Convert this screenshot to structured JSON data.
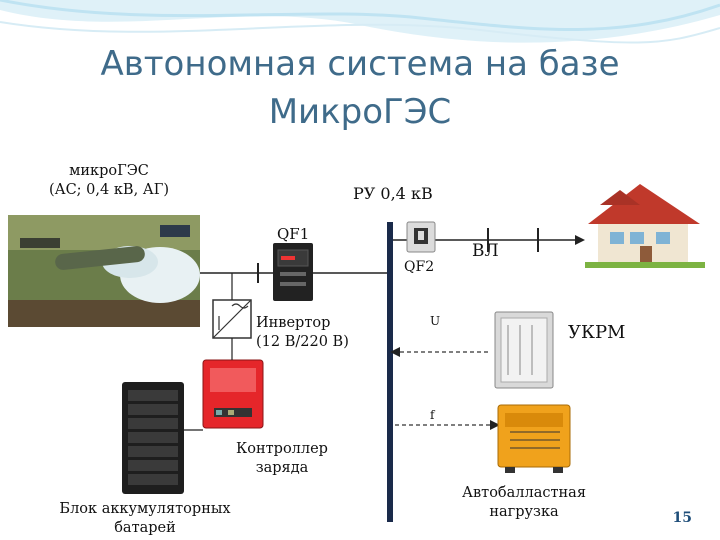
{
  "title": {
    "line1": "Автономная система на базе",
    "line2": "МикроГЭС"
  },
  "labels": {
    "micro_hpp_line1": "микроГЭС",
    "micro_hpp_line2": "(АС; 0,4 кВ, АГ)",
    "switchgear": "РУ 0,4 кВ",
    "qf1": "QF1",
    "qf2": "QF2",
    "line": "ВЛ",
    "inverter_line1": "Инвертор",
    "inverter_line2": "(12 В/220 В)",
    "u_signal": "U",
    "f_signal": "f",
    "ukrm": "УКРМ",
    "controller_line1": "Контроллер",
    "controller_line2": "заряда",
    "battery_line1": "Блок аккумуляторных",
    "battery_line2": "батарей",
    "ballast_line1": "Автобалластная",
    "ballast_line2": "нагрузка"
  },
  "page_number": "15",
  "colors": {
    "title": "#3f6b8a",
    "bus": "#1a2a4a",
    "wave": "#bfe3f2",
    "controller": "#e5262a",
    "ballast": "#f0a21c",
    "roof": "#c0392b"
  }
}
